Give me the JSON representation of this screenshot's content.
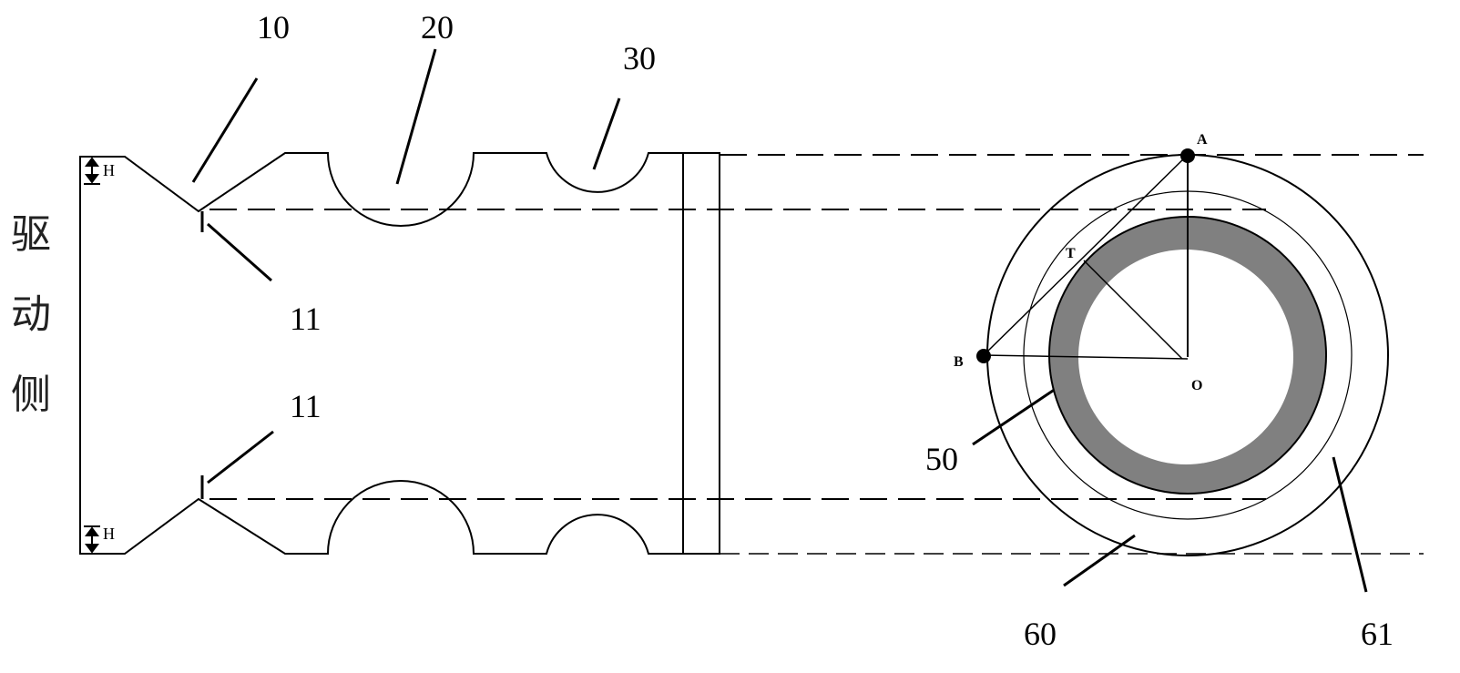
{
  "labels": {
    "n10": "10",
    "n20": "20",
    "n30": "30",
    "n11_top": "11",
    "n11_bottom": "11",
    "n50": "50",
    "n60": "60",
    "n61": "61",
    "h_top": "H",
    "h_bottom": "H",
    "drive_side": [
      "驱",
      "动",
      "侧"
    ]
  },
  "points": {
    "A": "A",
    "T": "T",
    "B": "B",
    "O": "O"
  },
  "colors": {
    "line": "#000000",
    "ring_fill": "#808080",
    "background": "#ffffff"
  }
}
